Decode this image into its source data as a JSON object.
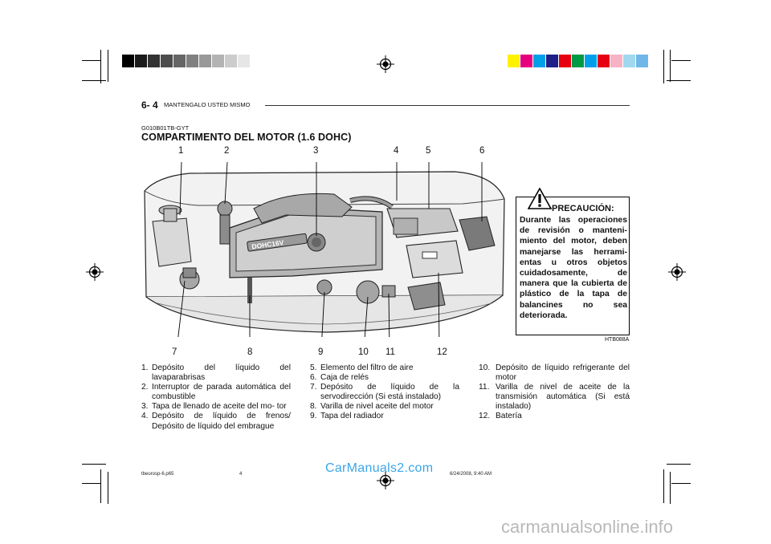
{
  "header": {
    "page_number": "6- 4",
    "chapter": "MANTENGALO USTED MISMO"
  },
  "section": {
    "code": "G010B01TB-GYT",
    "title": "COMPARTIMENTO DEL MOTOR (1.6 DOHC)"
  },
  "figure": {
    "code": "HTB088A",
    "engine_label": "DOHC16V"
  },
  "callouts_top": [
    "1",
    "2",
    "3",
    "4",
    "5",
    "6"
  ],
  "callouts_bottom": [
    "7",
    "8",
    "9",
    "10",
    "11",
    "12"
  ],
  "caution": {
    "title": "PRECAUCIÓN:",
    "text": "Durante las operaciones de revisión o manteni- miento del motor, deben manejarse las herrami- entas u otros objetos cuidadosamente, de manera que la cubierta de plástico de la tapa de balancines no sea deteriorada."
  },
  "list_col1": [
    {
      "num": "1.",
      "text": "Depósito del líquido del lavaparabrisas"
    },
    {
      "num": "2.",
      "text": "Interruptor de parada automática del combustible"
    },
    {
      "num": "3.",
      "text": "Tapa de llenado de aceite del mo- tor"
    },
    {
      "num": "4.",
      "text": "Depósito de líquido de frenos/ Depósito de líquido del embrague"
    }
  ],
  "list_col2": [
    {
      "num": "5.",
      "text": "Elemento del filtro de aire"
    },
    {
      "num": "6.",
      "text": "Caja de relés"
    },
    {
      "num": "7.",
      "text": "Depósito de líquido de la servodirección (Si está instalado)"
    },
    {
      "num": "8.",
      "text": "Varilla de nivel aceite del motor"
    },
    {
      "num": "9.",
      "text": "Tapa del radiador"
    }
  ],
  "list_col3": [
    {
      "num": "10.",
      "text": "Depósito de líquido refrigerante del motor"
    },
    {
      "num": "11.",
      "text": "Varilla de nivel de aceite de la transmisión automática (Si está instalado)"
    },
    {
      "num": "12.",
      "text": "Batería"
    }
  ],
  "footer": {
    "file": "tbeurosp-6.p65",
    "page": "4",
    "datetime": "6/24/2008, 9:40 AM",
    "watermark": "CarManuals2.com",
    "watermark2": "carmanualsonline.info"
  },
  "colors": {
    "gray_bar": [
      "#000000",
      "#1a1a1a",
      "#333333",
      "#4d4d4d",
      "#666666",
      "#808080",
      "#999999",
      "#b3b3b3",
      "#cccccc",
      "#e6e6e6"
    ],
    "color_bar": [
      "#fff200",
      "#e6007e",
      "#00a0e9",
      "#1d2088",
      "#e60012",
      "#009944",
      "#00a0e9",
      "#e60012",
      "#f7b2c6",
      "#a0d8ef",
      "#6fb7e8"
    ]
  }
}
